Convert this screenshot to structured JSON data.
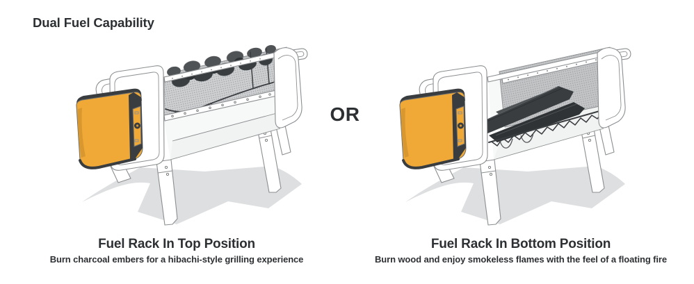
{
  "page": {
    "title": "Dual Fuel Capability",
    "or_label": "OR"
  },
  "figures": [
    {
      "id": "fuel-rack-top",
      "caption": "Fuel Rack In Top Position",
      "description": "Burn charcoal embers for a hibachi-style grilling experience",
      "fuel": "charcoal"
    },
    {
      "id": "fuel-rack-bottom",
      "caption": "Fuel Rack In Bottom Position",
      "description": "Burn wood and enjoy smokeless flames with the feel of a floating fire",
      "fuel": "wood"
    }
  ],
  "colors": {
    "text": "#2D3033",
    "accent_yellow": "#F0A936",
    "accent_yellow_shade": "#D9982F",
    "dark_charcoal": "#3A3D40",
    "charcoal_light": "#505356",
    "charcoal_darkest": "#303335",
    "line_gray": "#8B8E90",
    "line_gray_dark": "#6A6D6F",
    "mesh_base": "#CDCFD1",
    "mesh_dot": "#9A9DA0",
    "mesh_dark_base": "#C2C4C6",
    "shadow_gray": "#DEDFE0",
    "floor_gray": "#F1F2F2",
    "background": "#FFFFFF"
  }
}
